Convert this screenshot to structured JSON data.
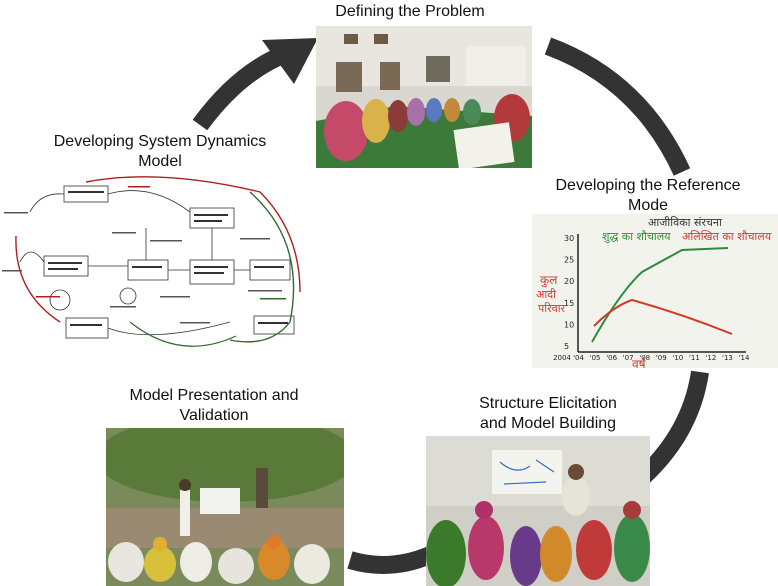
{
  "stages": [
    {
      "id": "defining",
      "title": "Defining the Problem"
    },
    {
      "id": "reference",
      "title_line1": "Developing the Reference",
      "title_line2": "Mode"
    },
    {
      "id": "structure",
      "title_line1": "Structure Elicitation",
      "title_line2": "and Model Building"
    },
    {
      "id": "presentation",
      "title_line1": "Model Presentation and",
      "title_line2": "Validation"
    },
    {
      "id": "sdmodel",
      "title_line1": "Developing System Dynamics",
      "title_line2": "Model"
    }
  ],
  "reference_mode_chart": {
    "x_ticks": [
      "2004",
      "'04",
      "'05",
      "'06",
      "'07",
      "'08",
      "'09",
      "'10",
      "'11",
      "'12",
      "'13",
      "'14"
    ],
    "y_ticks": [
      "5",
      "10",
      "15",
      "20",
      "25",
      "30"
    ],
    "series_colors": [
      "#2d8a3e",
      "#d23a2a"
    ]
  },
  "colors": {
    "cycle_arrow": "#333333",
    "sd_stock_red": "#b01e1e",
    "sd_flow_green": "#2e6b2e"
  }
}
